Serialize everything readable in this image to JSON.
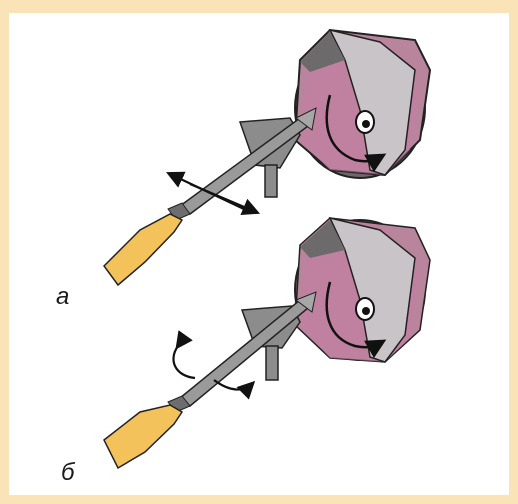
{
  "figure": {
    "panels": [
      {
        "label": "а",
        "motion": "side-to-side"
      },
      {
        "label": "б",
        "motion": "rotational"
      }
    ],
    "colors": {
      "background": "#fbe3b8",
      "card": "#ffffff",
      "wheel_face": "#c9c4c8",
      "wheel_edge": "#b8859c",
      "wheel_dark": "#7d7177",
      "tool_steel": "#9a9a9a",
      "handle": "#f4c25a",
      "rest": "#8c8c8c"
    }
  }
}
